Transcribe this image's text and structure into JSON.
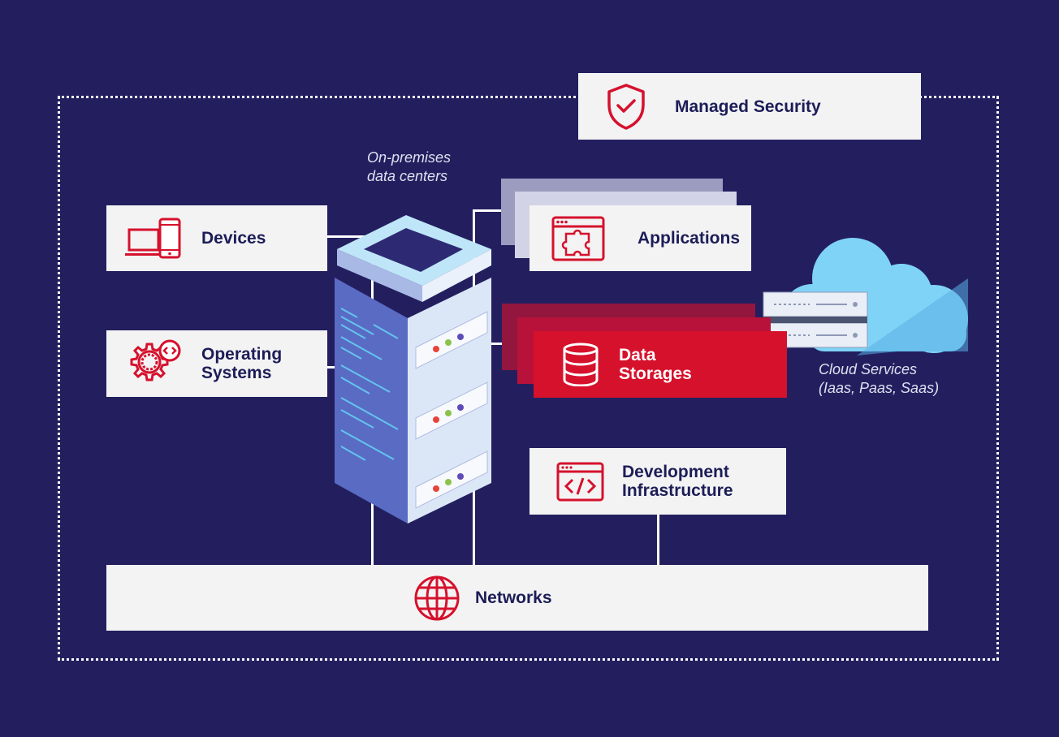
{
  "diagram": {
    "colors": {
      "background": "#231f5f",
      "box": "#f3f3f4",
      "label": "#1c1d57",
      "accent_red": "#d6112c",
      "cloud": "#7fd3f7",
      "server_body": "#dbe7f7"
    },
    "managed_security": {
      "label": "Managed Security",
      "icon": "shield-check-icon"
    },
    "devices": {
      "label": "Devices",
      "icon": "laptop-phone-icon"
    },
    "operating_systems": {
      "label": "Operating\nSystems",
      "icon": "gear-code-icon"
    },
    "applications": {
      "label": "Applications",
      "icon": "browser-puzzle-icon"
    },
    "data_storages": {
      "label": "Data\nStorages",
      "icon": "database-icon"
    },
    "development_infrastructure": {
      "label": "Development\nInfrastructure",
      "icon": "code-window-icon"
    },
    "networks": {
      "label": "Networks",
      "icon": "globe-icon"
    },
    "on_premises": {
      "note": "On-premises\ndata centers",
      "icon": "server-rack-icon"
    },
    "cloud_services": {
      "note": "Cloud Services\n(Iaas, Paas, Saas)",
      "icon": "cloud-server-icon"
    }
  }
}
